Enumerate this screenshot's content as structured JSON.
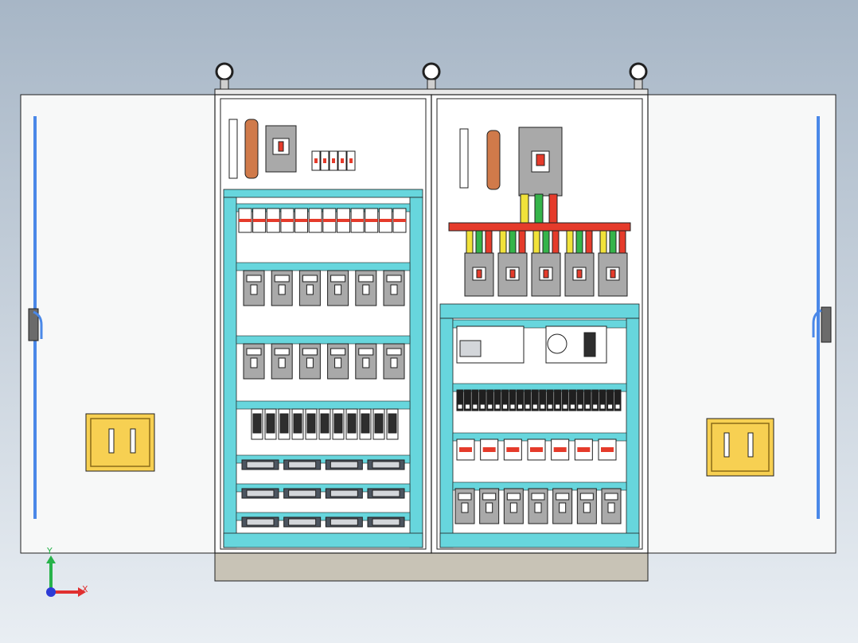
{
  "viewport": {
    "background_top": "#a7b6c6",
    "background_bottom": "#e9eef3"
  },
  "colors": {
    "door": "#f7f8f8",
    "panel": "#ffffff",
    "rail": "#67d6dd",
    "base": "#c8c3b6",
    "copper": "#d07a4a",
    "busbar_red": "#e53b2b",
    "busbar_green": "#35b44a",
    "busbar_yellow": "#f1e23a",
    "handle": "#f7d052",
    "door_rod": "#4a88e8",
    "device_gray": "#a9a9a9",
    "outline": "#202020"
  },
  "axes": {
    "x_label": "X",
    "y_label": "Y",
    "x_color": "#e03030",
    "y_color": "#27b24a",
    "z_color": "#2d3bd6"
  },
  "left_cabinet": {
    "top_section": {
      "terminal_strip": "vertical-terminal",
      "copper_bar": "vertical-copper-bus",
      "main_breaker": "main-breaker",
      "small_breakers_count": 5
    },
    "rows": [
      {
        "type": "terminal-row",
        "count": 12
      },
      {
        "type": "breaker-row",
        "count": 6
      },
      {
        "type": "breaker-row",
        "count": 6
      },
      {
        "type": "relay-row",
        "count": 11
      },
      {
        "type": "connector-row",
        "count": 4
      },
      {
        "type": "connector-row",
        "count": 4
      },
      {
        "type": "connector-row",
        "count": 4
      }
    ]
  },
  "right_cabinet": {
    "top_section": {
      "terminal_strip": "vertical-terminal",
      "copper_bar": "vertical-copper-bus",
      "main_breaker": "incoming-breaker",
      "feeder_breakers_count": 5
    },
    "rows": [
      {
        "type": "plc-and-power-supply",
        "count": 2
      },
      {
        "type": "terminal-block-row",
        "count": 22
      },
      {
        "type": "small-breaker-row",
        "count": 7
      },
      {
        "type": "breaker-row",
        "count": 7
      }
    ]
  }
}
